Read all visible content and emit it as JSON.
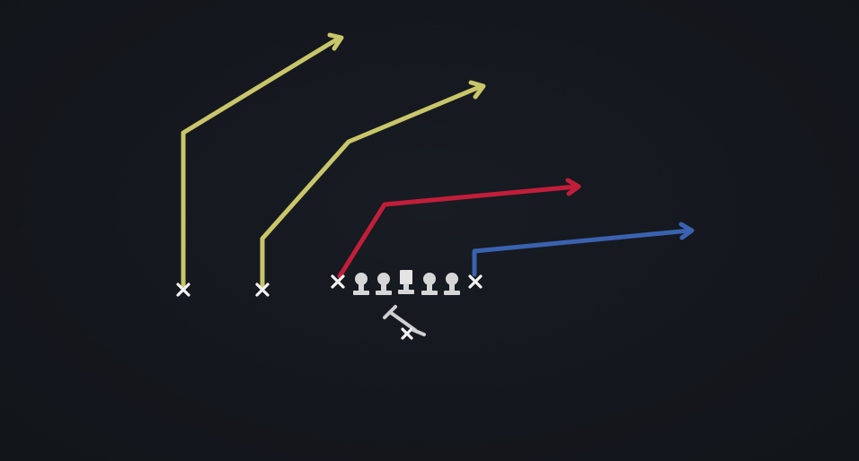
{
  "colors": {
    "background": "#14171d",
    "route_yellow": "#c9c66a",
    "route_red": "#c21e3a",
    "route_blue": "#3a62b0",
    "player_mark": "#f2f2f2",
    "lineman": "#d6d6d6"
  },
  "receivers": [
    {
      "id": "wr-outside-left",
      "route": "vertical-then-post-right",
      "route_color": "yellow"
    },
    {
      "id": "wr-slot-left",
      "route": "angled-post-right",
      "route_color": "yellow"
    },
    {
      "id": "te-left",
      "route": "corner-right",
      "route_color": "red"
    },
    {
      "id": "te-right",
      "route": "out-right",
      "route_color": "blue"
    }
  ],
  "offensive_line": [
    "left-tackle",
    "left-guard",
    "center",
    "right-guard",
    "right-tackle"
  ],
  "backfield": [
    {
      "id": "quarterback",
      "icon": "x-mark"
    },
    {
      "id": "running-back",
      "icon": "t-mark"
    }
  ],
  "icons": {
    "player": "x-mark-icon",
    "lineman": "lineman-icon",
    "center": "center-block-icon"
  }
}
